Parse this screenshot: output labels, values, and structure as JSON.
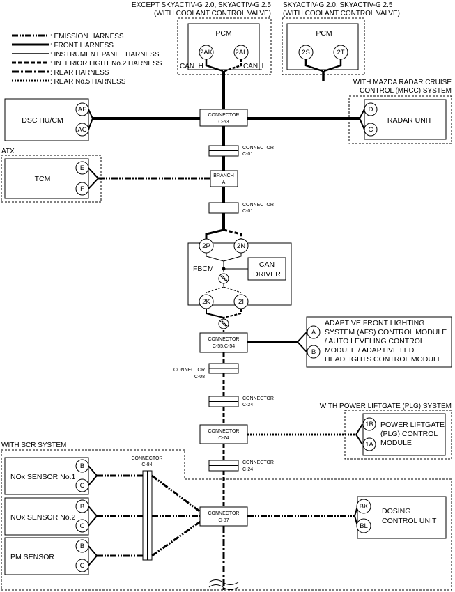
{
  "legend": {
    "emission": ": EMISSION HARNESS",
    "front": ": FRONT HARNESS",
    "instrument": ": INSTRUMENT PANEL HARNESS",
    "interior2": ": INTERIOR LIGHT No.2 HARNESS",
    "rear": ": REAR HARNESS",
    "rear5": ": REAR No.5 HARNESS"
  },
  "pcm_left": {
    "header_line1": "EXCEPT SKYACTIV-G 2.0, SKYACTIV-G 2.5",
    "header_line2": "(WITH COOLANT CONTROL VALVE)",
    "label": "PCM",
    "pin_left": "2AK",
    "pin_right": "2AL",
    "can_h": "CAN_H",
    "can_l": "CAN_L"
  },
  "pcm_right": {
    "header_line1": "SKYACTIV-G 2.0, SKYACTIV-G 2.5",
    "header_line2": "(WITH COOLANT CONTROL VALVE)",
    "label": "PCM",
    "pin_left": "2S",
    "pin_right": "2T"
  },
  "mrcc": {
    "header_line1": "WITH MAZDA RADAR CRUISE",
    "header_line2": "CONTROL (MRCC) SYSTEM",
    "label": "RADAR UNIT",
    "pin_top": "D",
    "pin_bottom": "C"
  },
  "dsc": {
    "label": "DSC HU/CM",
    "pin_top": "AF",
    "pin_bottom": "AC"
  },
  "atx": {
    "header": "ATX",
    "label": "TCM",
    "pin_top": "E",
    "pin_bottom": "F"
  },
  "connectors": {
    "c53_line1": "CONNECTOR",
    "c53_line2": "C-53",
    "c01a_line1": "CONNECTOR",
    "c01a_line2": "C-01",
    "branch_line1": "BRANCH",
    "branch_line2": "A",
    "c01b_line1": "CONNECTOR",
    "c01b_line2": "C-01",
    "c5554_line1": "CONNECTOR",
    "c5554_line2": "C-55,C-54",
    "c08_line1": "CONNECTOR",
    "c08_line2": "C-08",
    "c24a_line1": "CONNECTOR",
    "c24a_line2": "C-24",
    "c74_line1": "CONNECTOR",
    "c74_line2": "C-74",
    "c24b_line1": "CONNECTOR",
    "c24b_line2": "C-24",
    "c84_line1": "CONNECTOR",
    "c84_line2": "C-84",
    "c87_line1": "CONNECTOR",
    "c87_line2": "C-87"
  },
  "fbcm": {
    "label": "FBCM",
    "pin_tl": "2P",
    "pin_tr": "2N",
    "pin_bl": "2K",
    "pin_br": "2I",
    "can_driver_line1": "CAN",
    "can_driver_line2": "DRIVER"
  },
  "afs": {
    "pin_top": "A",
    "pin_bottom": "B",
    "line1": "ADAPTIVE FRONT LIGHTING",
    "line2": "SYSTEM (AFS) CONTROL MODULE",
    "line3": "/ AUTO LEVELING CONTROL",
    "line4": "MODULE / ADAPTIVE LED",
    "line5": "HEADLIGHTS CONTROL MODULE"
  },
  "plg": {
    "header": "WITH POWER LIFTGATE (PLG) SYSTEM",
    "pin_top": "1B",
    "pin_bottom": "1A",
    "line1": "POWER LIFTGATE",
    "line2": "(PLG) CONTROL",
    "line3": "MODULE"
  },
  "scr": {
    "header": "WITH SCR SYSTEM",
    "nox1": {
      "label": "NOx SENSOR No.1",
      "pin_top": "B",
      "pin_bottom": "C"
    },
    "nox2": {
      "label": "NOx SENSOR No.2",
      "pin_top": "B",
      "pin_bottom": "C"
    },
    "pm": {
      "label": "PM SENSOR",
      "pin_top": "B",
      "pin_bottom": "C"
    }
  },
  "dosing": {
    "line1": "DOSING",
    "line2": "CONTROL UNIT",
    "pin_top": "BK",
    "pin_bottom": "BL"
  }
}
